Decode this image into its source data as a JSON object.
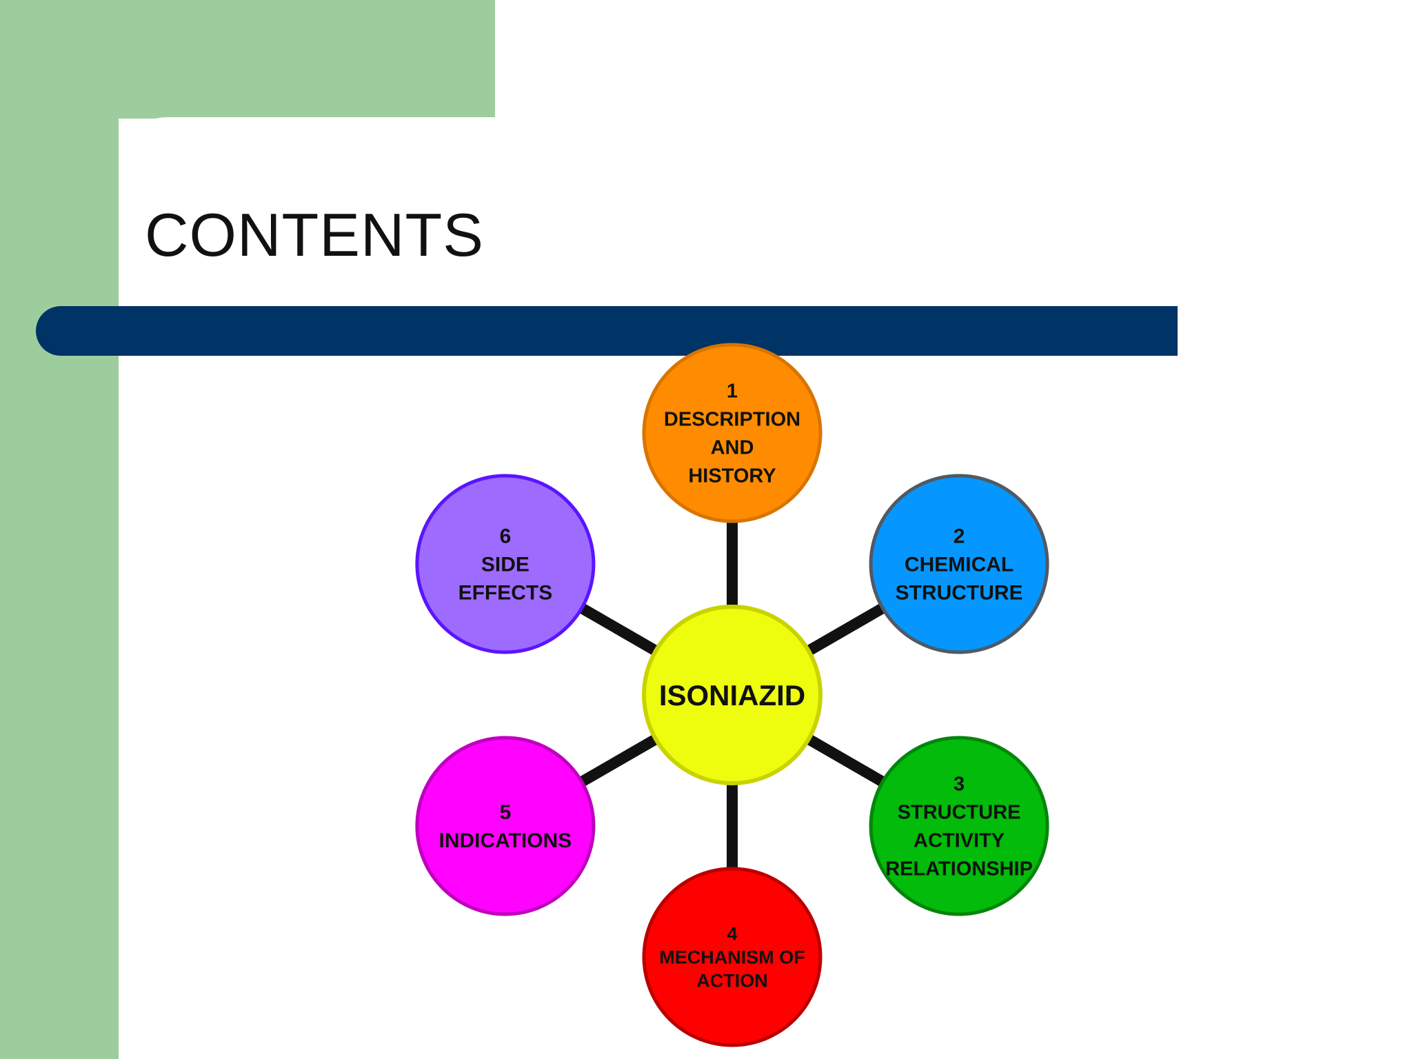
{
  "slide": {
    "title": "CONTENTS"
  },
  "diagram": {
    "center": {
      "label": "ISONIAZID",
      "fill": "#eefd0e",
      "stroke": "#c8d300"
    },
    "nodes": [
      {
        "id": "node-1",
        "lines": [
          "1",
          "DESCRIPTION",
          "AND",
          "HISTORY"
        ],
        "fill": "#ff8c00",
        "stroke": "#d97400"
      },
      {
        "id": "node-2",
        "lines": [
          "2",
          "CHEMICAL",
          "STRUCTURE"
        ],
        "fill": "#0597ff",
        "stroke": "#505a64"
      },
      {
        "id": "node-3",
        "lines": [
          "3",
          "STRUCTURE",
          "ACTIVITY",
          "RELATIONSHIP"
        ],
        "fill": "#02bb0a",
        "stroke": "#05850b"
      },
      {
        "id": "node-4",
        "lines": [
          "4",
          "MECHANISM OF",
          "ACTION"
        ],
        "fill": "#ff0000",
        "stroke": "#bb0000"
      },
      {
        "id": "node-5",
        "lines": [
          "5",
          "INDICATIONS"
        ],
        "fill": "#ff03ff",
        "stroke": "#c000c0"
      },
      {
        "id": "node-6",
        "lines": [
          "6",
          "SIDE",
          "EFFECTS"
        ],
        "fill": "#9e6bff",
        "stroke": "#5a14ff"
      }
    ]
  },
  "colors": {
    "background_green": "#9dcd9d",
    "title_bar": "#003366",
    "connector": "#111111"
  }
}
